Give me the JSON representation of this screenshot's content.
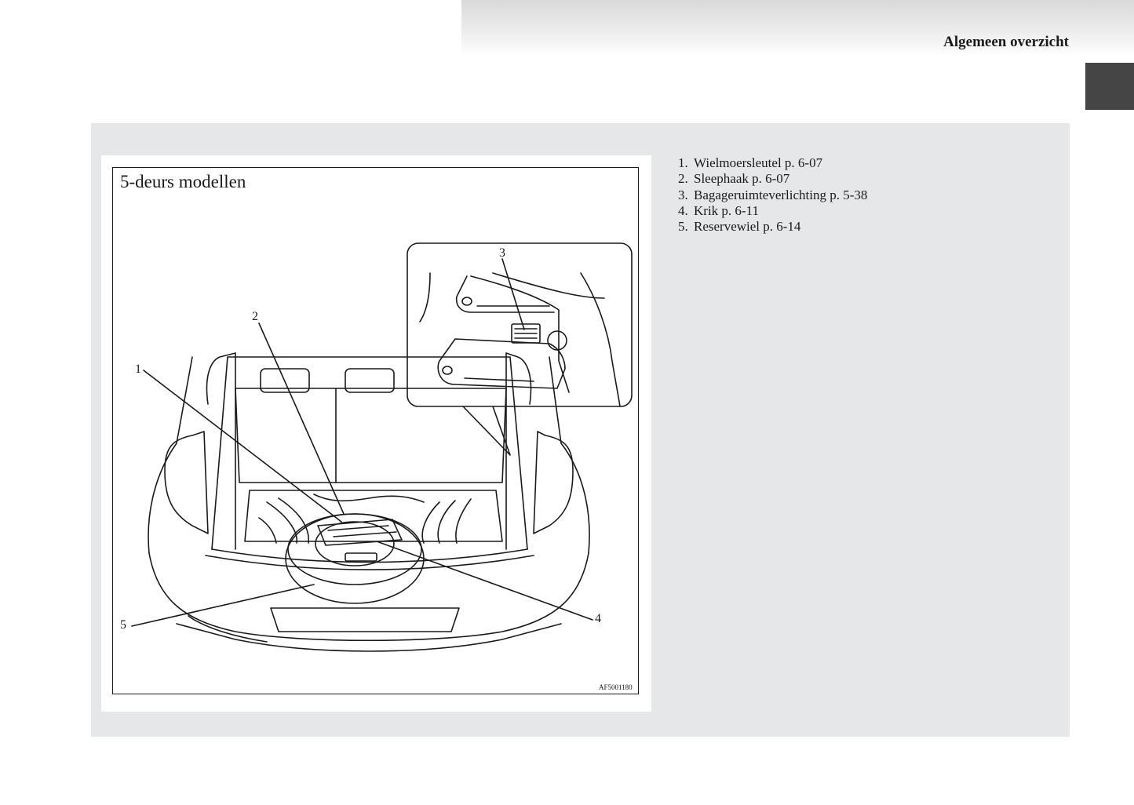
{
  "header": {
    "title": "Algemeen overzicht"
  },
  "figure": {
    "title": "5-deurs modellen",
    "code": "AF5001180",
    "callouts": [
      "1",
      "2",
      "3",
      "4",
      "5"
    ]
  },
  "legend": {
    "items": [
      {
        "num": "1.",
        "text": "Wielmoersleutel p. 6-07"
      },
      {
        "num": "2.",
        "text": "Sleephaak p. 6-07"
      },
      {
        "num": "3.",
        "text": "Bagageruimteverlichting p. 5-38"
      },
      {
        "num": "4.",
        "text": "Krik p. 6-11"
      },
      {
        "num": "5.",
        "text": "Reservewiel p. 6-14"
      }
    ]
  },
  "colors": {
    "header_band": "#d9d9d9",
    "thumb_tab": "#454545",
    "panel_background": "#e6e7e8",
    "figure_background": "#ffffff",
    "ink": "#1a1a1a"
  }
}
